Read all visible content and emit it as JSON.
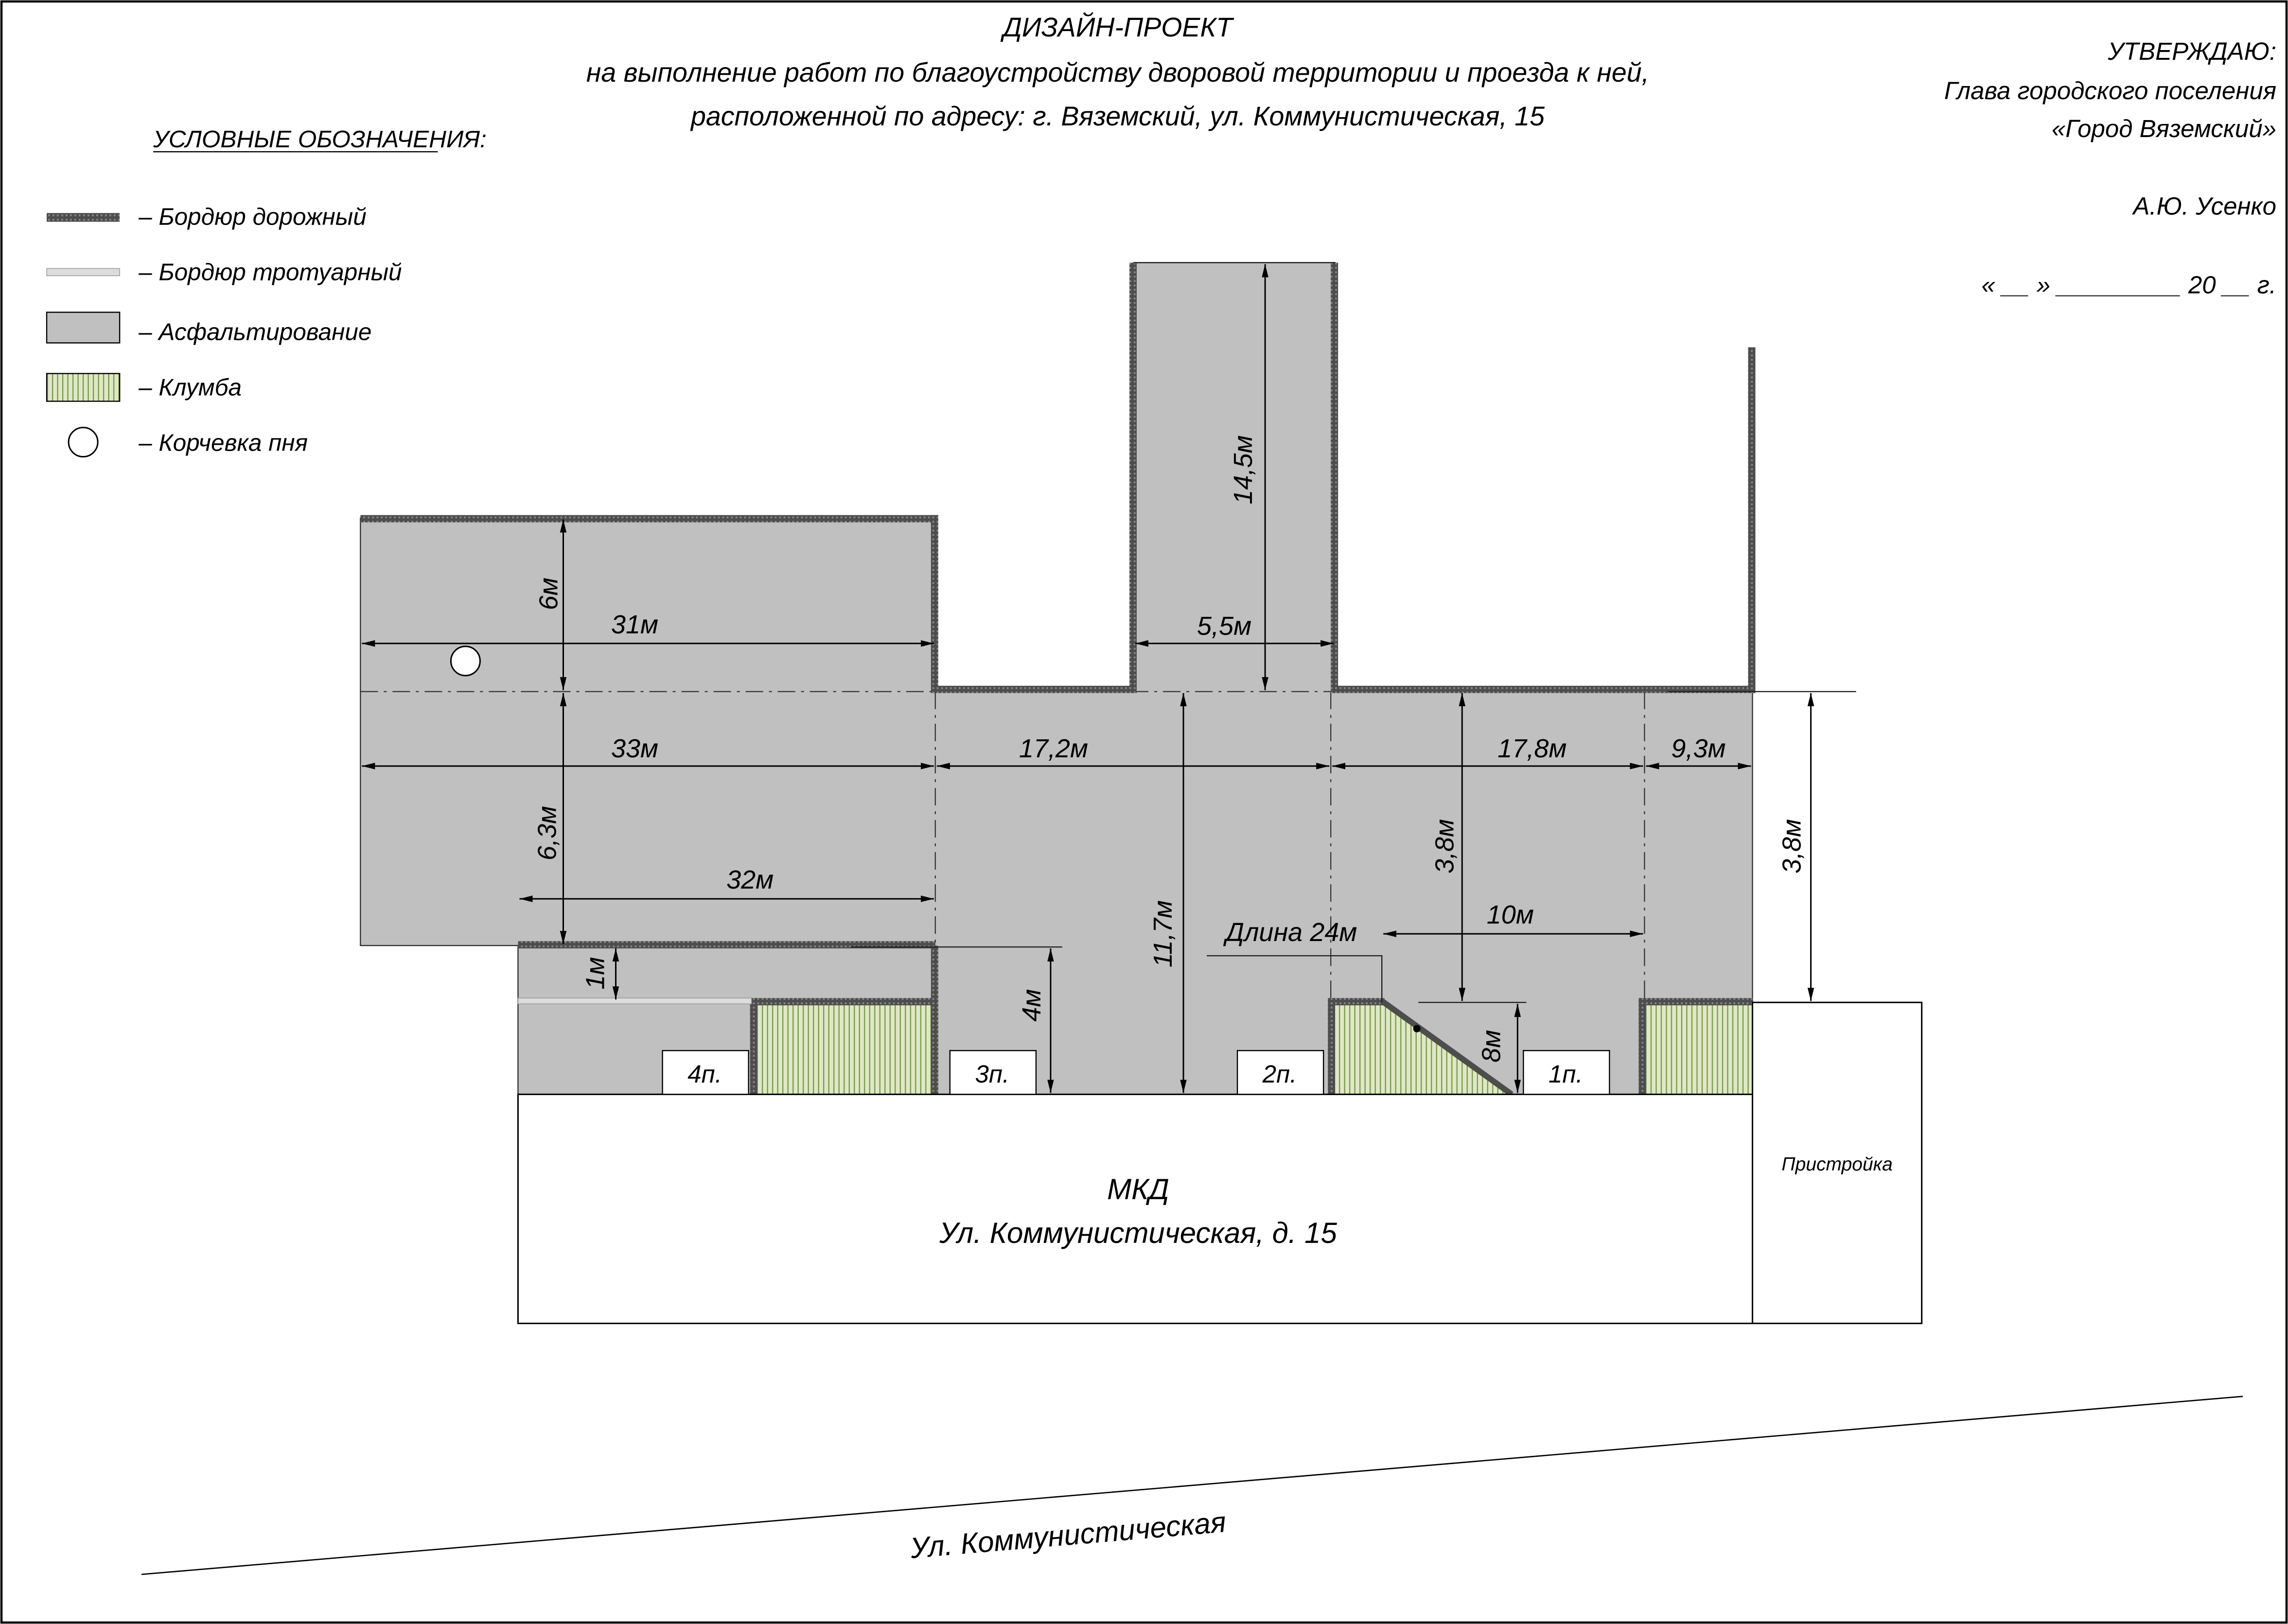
{
  "header": {
    "title": "ДИЗАЙН-ПРОЕКТ",
    "line1": "на выполнение работ по благоустройству дворовой территории и проезда к ней,",
    "line2": "расположенной по адресу: г. Вяземский, ул. Коммунистическая, 15"
  },
  "approval": {
    "title": "УТВЕРЖДАЮ:",
    "position": "Глава городского поселения",
    "organization": "«Город Вяземский»",
    "name": "А.Ю. Усенко",
    "date": "« __ » _________ 20 __ г."
  },
  "legend": {
    "title": "УСЛОВНЫЕ ОБОЗНАЧЕНИЯ:",
    "items": [
      {
        "symbol": "road-curb-icon",
        "label": "– Бордюр дорожный"
      },
      {
        "symbol": "sidewalk-curb-icon",
        "label": "– Бордюр тротуарный"
      },
      {
        "symbol": "asphalt-icon",
        "label": "– Асфальтирование"
      },
      {
        "symbol": "flowerbed-icon",
        "label": "– Клумба"
      },
      {
        "symbol": "stump-icon",
        "label": "– Корчевка пня"
      }
    ]
  },
  "colors": {
    "asphalt": "#c0c0c0",
    "road_curb": "#4d4d4d",
    "road_curb_dots": "#8a8a8a",
    "sidewalk_curb": "#dcdcdc",
    "flowerbed": "#dfe8c6",
    "flowerbed_stripe": "#7a9a4a"
  },
  "dimensions": {
    "left_top_height": "6м",
    "left_top_width": "31м",
    "left_width": "33м",
    "left_height": "6,3м",
    "strip_width": "32м",
    "sidewalk_width": "1м",
    "passage_length": "14,5м",
    "passage_width": "5,5м",
    "middle_width": "17,2м",
    "right_width": "17,8м",
    "far_right_width": "9,3м",
    "middle_height": "11,7м",
    "right_height": "3,8м",
    "far_right_height": "3,8м",
    "entrance3_depth": "4м",
    "flowerbed_width": "10м",
    "diagonal_length": "Длина 24м",
    "flowerbed_depth": "8м"
  },
  "entrances": [
    "4п.",
    "3п.",
    "2п.",
    "1п."
  ],
  "building": {
    "name": "МКД",
    "address": "Ул. Коммунистическая, д. 15",
    "annex": "Пристройка"
  },
  "street": "Ул. Коммунистическая"
}
